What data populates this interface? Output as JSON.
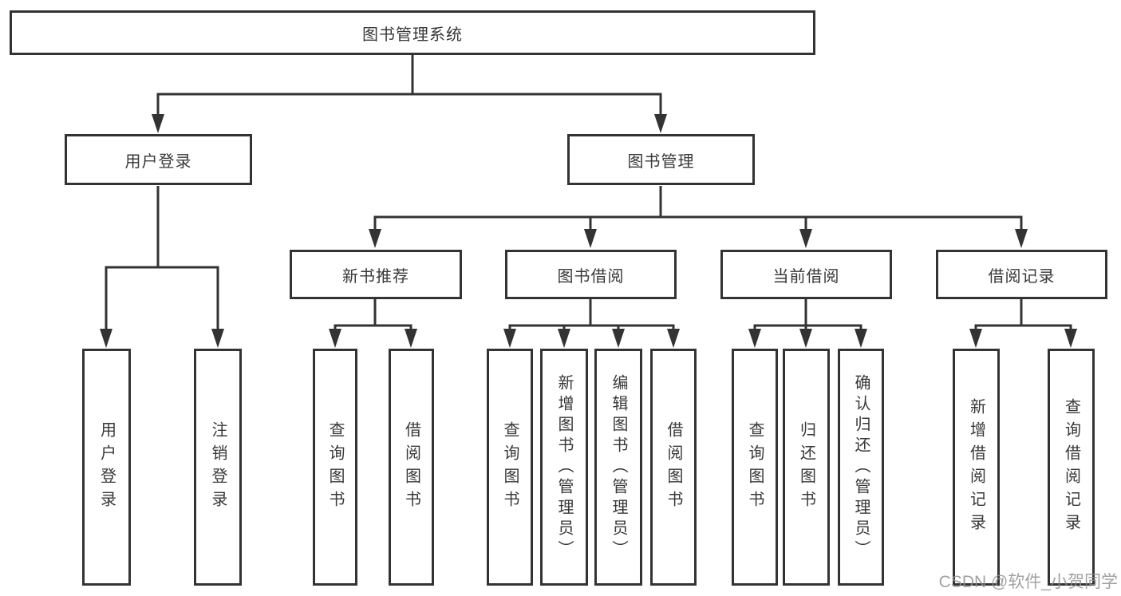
{
  "diagram": {
    "tree": {
      "label": "图书管理系统",
      "children": [
        {
          "label": "用户登录",
          "children": [
            {
              "label": "用户登录"
            },
            {
              "label": "注销登录"
            }
          ]
        },
        {
          "label": "图书管理",
          "children": [
            {
              "label": "新书推荐",
              "children": [
                {
                  "label": "查询图书"
                },
                {
                  "label": "借阅图书"
                }
              ]
            },
            {
              "label": "图书借阅",
              "children": [
                {
                  "label": "查询图书"
                },
                {
                  "label": "新增图书（管理员）"
                },
                {
                  "label": "编辑图书（管理员）"
                },
                {
                  "label": "借阅图书"
                }
              ]
            },
            {
              "label": "当前借阅",
              "children": [
                {
                  "label": "查询图书"
                },
                {
                  "label": "归还图书"
                },
                {
                  "label": "确认归还（管理员）"
                }
              ]
            },
            {
              "label": "借阅记录",
              "children": [
                {
                  "label": "新增借阅记录"
                },
                {
                  "label": "查询借阅记录"
                }
              ]
            }
          ]
        }
      ]
    },
    "colors": {
      "line": "#333333",
      "box_border": "#333333",
      "box_fill": "#ffffff",
      "text": "#383838",
      "watermark": "#919191"
    }
  },
  "watermark": "CSDN @软件_小贺同学"
}
